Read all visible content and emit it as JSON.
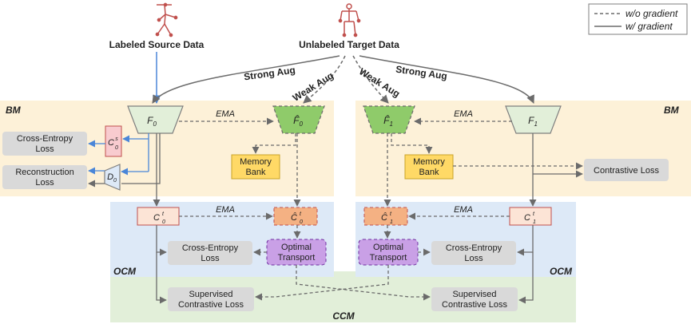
{
  "legend": {
    "without_gradient": "w/o gradient",
    "with_gradient": "w/ gradient"
  },
  "inputs": {
    "source": "Labeled Source Data",
    "target": "Unlabeled Target Data"
  },
  "augmentations": {
    "strong_left": "Strong Aug",
    "weak_left": "Weak Aug",
    "weak_right": "Weak Aug",
    "strong_right": "Strong Aug"
  },
  "regions": {
    "bm_left": "BM",
    "bm_right": "BM",
    "ocm_left": "OCM",
    "ocm_right": "OCM",
    "ccm": "CCM"
  },
  "labels": {
    "ema": "EMA"
  },
  "nodes": {
    "F0": {
      "main": "F",
      "sub": "0",
      "hat": false
    },
    "F0hat": {
      "main": "F",
      "sub": "0",
      "hat": true
    },
    "F1hat": {
      "main": "F",
      "sub": "1",
      "hat": true
    },
    "F1": {
      "main": "F",
      "sub": "1",
      "hat": false
    },
    "C0s": {
      "main": "C",
      "sub": "0",
      "sup": "s"
    },
    "D0": {
      "main": "D",
      "sub": "0"
    },
    "C0t": {
      "main": "C",
      "sub": "0",
      "sup": "t"
    },
    "C0t_hat": {
      "main": "Ĉ",
      "sub": "0",
      "sup": "t"
    },
    "C1t_hat": {
      "main": "Ĉ",
      "sub": "1",
      "sup": "t"
    },
    "C1t": {
      "main": "C",
      "sub": "1",
      "sup": "t"
    }
  },
  "boxes": {
    "ce_left": [
      "Cross-Entropy",
      "Loss"
    ],
    "recon": [
      "Reconstruction",
      "Loss"
    ],
    "membank_left": [
      "Memory",
      "Bank"
    ],
    "membank_right": [
      "Memory",
      "Bank"
    ],
    "contrastive": [
      "Contrastive Loss"
    ],
    "ce_ocm_left": [
      "Cross-Entropy",
      "Loss"
    ],
    "ot_left": [
      "Optimal",
      "Transport"
    ],
    "ot_right": [
      "Optimal",
      "Transport"
    ],
    "ce_ocm_right": [
      "Cross-Entropy",
      "Loss"
    ],
    "scl_left": [
      "Supervised",
      "Contrastive Loss"
    ],
    "scl_right": [
      "Supervised",
      "Contrastive Loss"
    ]
  },
  "colors": {
    "bm_region": "#fdf1d8",
    "ocm_region": "#dde9f7",
    "ccm_region": "#e2efd9",
    "encoder": "#e2efd9",
    "ema_encoder": "#8fcb6a",
    "classifier": "#fce4d6",
    "ema_classifier": "#f4b183",
    "source_classifier": "#f8cbcf",
    "memory_bank": "#ffd966",
    "optimal_transport": "#c9a0e6",
    "loss_box": "#d9d9d9",
    "source_arrow": "#4a86d8"
  },
  "icons": {
    "source_pose": "stick-figure-icon",
    "target_pose": "stick-figure-icon"
  }
}
